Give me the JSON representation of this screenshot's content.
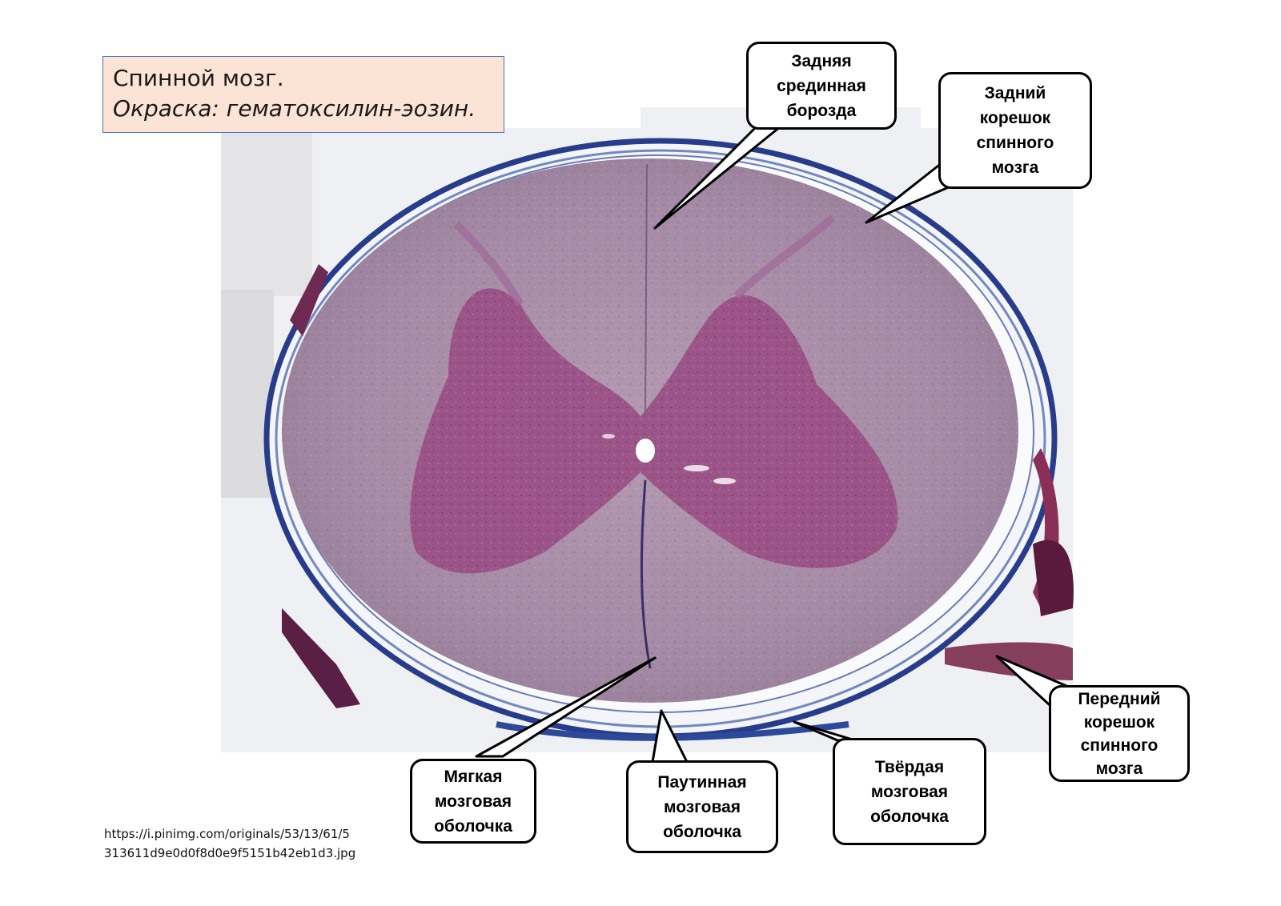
{
  "title": {
    "line1": "Спинной мозг.",
    "line2": "Окраска: гематоксилин-эозин."
  },
  "labels": {
    "posterior_median_sulcus": "Задняя\nсрединная\nборозда",
    "posterior_root": "Задний\nкорешок\nспинного\nмозга",
    "anterior_root": "Передний\nкорешок\nспинного\nмозга",
    "pia_mater": "Мягкая\nмозговая\nоболочка",
    "arachnoid_mater": "Паутинная\nмозговая\nоболочка",
    "dura_mater": "Твёрдая\nмозговая\nоболочка"
  },
  "source_url": "https://i.pinimg.com/originals/53/13/61/5\n313611d9e0d0f8d0e9f5151b42eb1d3.jpg",
  "colors": {
    "title_bg": "#fbe3d6",
    "title_border": "#4472c4",
    "white_matter": "#a48aa4",
    "gray_matter": "#9a4f86",
    "meninges": "#283c8c"
  }
}
